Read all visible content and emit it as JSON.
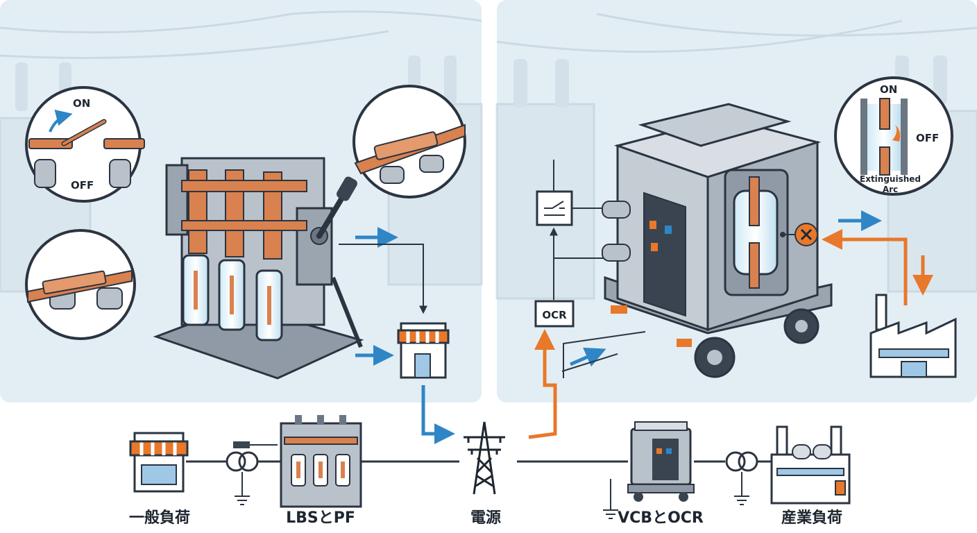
{
  "left_panel": {
    "inset_top_labels": {
      "on": "ON",
      "off": "OFF"
    }
  },
  "right_panel": {
    "relay_label": "OCR",
    "arc_inset": {
      "on": "ON",
      "off": "OFF",
      "caption_line1": "Extinguished",
      "caption_line2": "Arc"
    }
  },
  "bottom_diagram": {
    "labels": {
      "general_load": "一般負荷",
      "lbs_pf": "LBSとPF",
      "power_source": "電源",
      "vcb_ocr": "VCBとOCR",
      "industrial_load": "産業負荷"
    }
  },
  "colors": {
    "copper": "#d9814f",
    "flow_blue": "#2f86c6",
    "flow_orange": "#e8782a",
    "metal": "#b9c2cb",
    "outline": "#2b3440",
    "panel_bg": "#e3eef4"
  },
  "icons": [
    "switch-icon",
    "shop-icon",
    "factory-icon",
    "transmission-tower-icon",
    "transformer-icon",
    "ground-icon",
    "x-mark-icon"
  ]
}
